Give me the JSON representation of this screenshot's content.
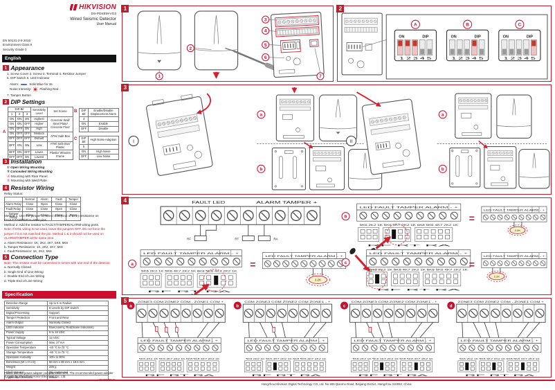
{
  "header": {
    "logo": "HIKVISION",
    "model": "DS-PDSEM-VG3",
    "product": "Wired Seismic Detector",
    "doc_type": "User Manual",
    "standards": [
      "EN 50131-2-8 2016",
      "Environment Class II",
      "Security Grade 3"
    ],
    "language_band": "English"
  },
  "s1": {
    "num": "1",
    "title": "Appearance",
    "parts_line1": "1. Screw Cover    2. Screw    3. Terminal    4. Resistor Jumper",
    "parts_line2": "5. DIP Switch    6. LED Indicator",
    "alarm_label": "Alarm:",
    "alarm_desc": "Solid Blue for 3s",
    "noise_label": "Noise Intensity:",
    "noise_desc": "Flashing Red",
    "tamper_item": "7. Tamper Button"
  },
  "s2": {
    "num": "2",
    "title": "DIP Settings",
    "label_a": "A",
    "label_b": "B",
    "label_c": "C",
    "main_table": [
      [
        {
          "t": "DIP Bit",
          "cs": 3,
          "h": 1
        },
        {
          "t": "Sensitivity Level",
          "rs": 2,
          "h": 1
        },
        {
          "t": "Set Scene",
          "rs": 2,
          "h": 1
        }
      ],
      [
        {
          "t": "1",
          "h": 1
        },
        {
          "t": "2",
          "h": 1
        },
        {
          "t": "3",
          "h": 1
        }
      ],
      [
        "ON",
        "ON",
        "ON",
        "Highest",
        {
          "t": "Concrete Wall/ Steel Plate/ Concrete Floor",
          "rs": 3
        }
      ],
      [
        "ON",
        "ON",
        "OFF",
        "Higher"
      ],
      [
        "ON",
        "OFF",
        "ON",
        "High"
      ],
      [
        "ON",
        "OFF",
        "OFF",
        "Medium",
        {
          "t": "ATM/ Safe Box",
          "rs": 2
        }
      ],
      [
        "OFF",
        "OFF",
        "OFF",
        "Default"
      ],
      [
        "OFF",
        "ON",
        "ON",
        "Low",
        {
          "t": "ATM/ Safe Box/ Plastic",
          "rs": 1
        }
      ],
      [
        "OFF",
        "ON",
        "OFF",
        "Lower",
        {
          "t": "Plastic/ Wooden Frame",
          "rs": 2
        }
      ],
      [
        "OFF",
        "OFF",
        "ON",
        "Lowest"
      ]
    ],
    "table_b": [
      [
        {
          "t": "DIP Bit",
          "h": 1
        },
        {
          "t": "Enable/Disable Displacement Alarm",
          "h": 1
        }
      ],
      [
        {
          "t": "4",
          "h": 1
        },
        ""
      ],
      [
        "ON",
        "Enable"
      ],
      [
        "OFF",
        "Disable"
      ]
    ],
    "table_c": [
      [
        {
          "t": "DIP Bit",
          "h": 1
        },
        {
          "t": "High Noise Adaption",
          "h": 1
        }
      ],
      [
        {
          "t": "5",
          "h": 1
        },
        ""
      ],
      [
        "ON",
        "High Noise"
      ],
      [
        "OFF",
        "Low Noise"
      ]
    ]
  },
  "s3": {
    "num": "3",
    "title": "Installation",
    "items": [
      {
        "bullet": "①",
        "text": "Open Wiring Mounting"
      },
      {
        "bullet": "②",
        "text": "Concealed Wiring Mounting"
      },
      {
        "bullet": "Ⓐ",
        "text": "Mounting with Rear Panel."
      },
      {
        "bullet": "Ⓑ",
        "text": "Mounting with Weld Plate."
      }
    ]
  },
  "s4": {
    "num": "4",
    "title": "Resistor Wiring",
    "relay_label": "Relay Status:",
    "relay_table": [
      [
        {
          "t": "",
          "h": 1
        },
        {
          "t": "Normal",
          "h": 1
        },
        {
          "t": "Alarm",
          "h": 1
        },
        {
          "t": "Fault",
          "h": 1
        },
        {
          "t": "Tamper",
          "h": 1
        }
      ],
      [
        {
          "t": "Alarm Relay",
          "h": 1
        },
        "Close",
        "Open",
        "Close",
        "Close"
      ],
      [
        {
          "t": "Fault Relay",
          "h": 1
        },
        "Close",
        "Close",
        "Open",
        "Close"
      ],
      [
        {
          "t": "Tamper Relay",
          "h": 1
        },
        "Close",
        "Close",
        "Close",
        "Open"
      ]
    ],
    "method1": "Method 1: Use the jumper to select EOL(End of Line) resistance on FAULT/TAMPER/ALARM pins.",
    "method2": "Method 2: Add the resistor to FAULT/TAMPER/ALARM wiring ports.",
    "note": "Note: If EOL wiring is not used, leave the jumpers OFF. Do not force the jumper if it is not matched the pin. Method 1 & 2 should not be used on ALARM/TAMPER at the same time.",
    "res_a": "a. Alarm Resistance: 1K, 2K2, 4K7, 5K6, 6K8",
    "res_b": "b. Tamper Resistance: 1K, 2K2, 4K7, 5K6",
    "res_c": "c. Fault Resistance: 1K, 2K2, 5K6"
  },
  "s5": {
    "num": "5",
    "title": "Connection Type",
    "note": "Note: The resistor must be connected in series with one end of the detector.",
    "items": [
      "a. Normally Closed",
      "b. Single End of Line Wiring",
      "c. Double End of Line Wiring",
      "d. Triple End of Line Wiring"
    ]
  },
  "spec": {
    "band": "Specification",
    "rows": [
      [
        "Detection Range",
        "Up to 5 m Radius"
      ],
      [
        "Sensitivity",
        "8 Levels by DIP Switch"
      ],
      [
        "Digital Processing",
        "Support"
      ],
      [
        "Tamper Protection",
        "Front and Rear"
      ],
      [
        "Alarm Output",
        "Normally Closed"
      ],
      [
        "LED Indicator",
        "Blue(Alarm), Red(Noise Indication)"
      ],
      [
        "Power Supply",
        "9 to 16 VDC"
      ],
      [
        "Typical Voltage",
        "12 VDC"
      ],
      [
        "Power Consumption",
        "Max. 27 mA"
      ],
      [
        "Operation Temperature",
        "-40 °C to 70 °C"
      ],
      [
        "Storage Temperature",
        "-60 °C to 70 °C"
      ],
      [
        "Operation Humidity",
        "10% to 90%"
      ],
      [
        "Dimension (W x H x D)",
        "60 mm x 80 mm x 19.5 mm"
      ],
      [
        "Weight",
        "226 g"
      ],
      [
        "Shell Material",
        "Die-cast metal"
      ],
      [
        "Application Scenario",
        "Indoor"
      ]
    ]
  },
  "footer": {
    "note": "Please use the power adapter compliant with LPS. The recommended power adapter is made by Shenzhen Honor Electronic Co., Ltd.",
    "doc_code": "UD23772B-B",
    "company": "Hangzhou Hikvision Digital Technology CO.,Ltd. No.555 Qianmo Road, Binjiang District, Hangzhou 310052, China"
  },
  "fig1": {
    "num": "1",
    "c": [
      "1",
      "2",
      "3",
      "4",
      "5",
      "6",
      "7"
    ]
  },
  "fig2": {
    "num": "2",
    "groups": [
      "A",
      "B",
      "C"
    ],
    "on": "ON",
    "dip": "DIP",
    "positions": "1 2 3 4 5"
  },
  "fig3": {
    "num": "3",
    "g1": "I",
    "g2": "II",
    "a": "a",
    "b": "b"
  },
  "fig4": {
    "num": "4",
    "a": "a",
    "b": "b",
    "c": "c",
    "eq": "=",
    "res": "2.2K",
    "top_left": "FAULT LED",
    "top_right": "ALARM TAMPER +",
    "rf": "RF",
    "rt": "RT",
    "ra": "RA",
    "strip": "LED FAULT TAMPER ALARM - +",
    "bank_vals": "5K6 2K2 1K   5K6 4K7 2K2 1K   6K8 5K6 4K7 2K2 1K",
    "bank_caption": "RF      RT      RA"
  },
  "fig5": {
    "num": "5",
    "strip": "LED FAULT TAMPER ALARM - +",
    "bank_vals": "5K6 2K2 1K  5K6 4K7 2K2 1K  6K8 5K6 4K7 2K2 1K",
    "bank_caption": "RF      RT      RA",
    "subs": [
      {
        "label": "a",
        "top": "ZONE3 COM  ZONE2 COM  -  ZONE1 COM  +"
      },
      {
        "label": "b",
        "top": "COM ZONE3 COM ZONE2 COM ZONE1 - +"
      },
      {
        "label": "c",
        "top": "COM ZONE3 COM ZONE2 COM ZONE1 - +"
      },
      {
        "label": "d",
        "top": "ZONE3 COM  ZONE2 COM  -  ZONE1 COM  +"
      }
    ]
  }
}
